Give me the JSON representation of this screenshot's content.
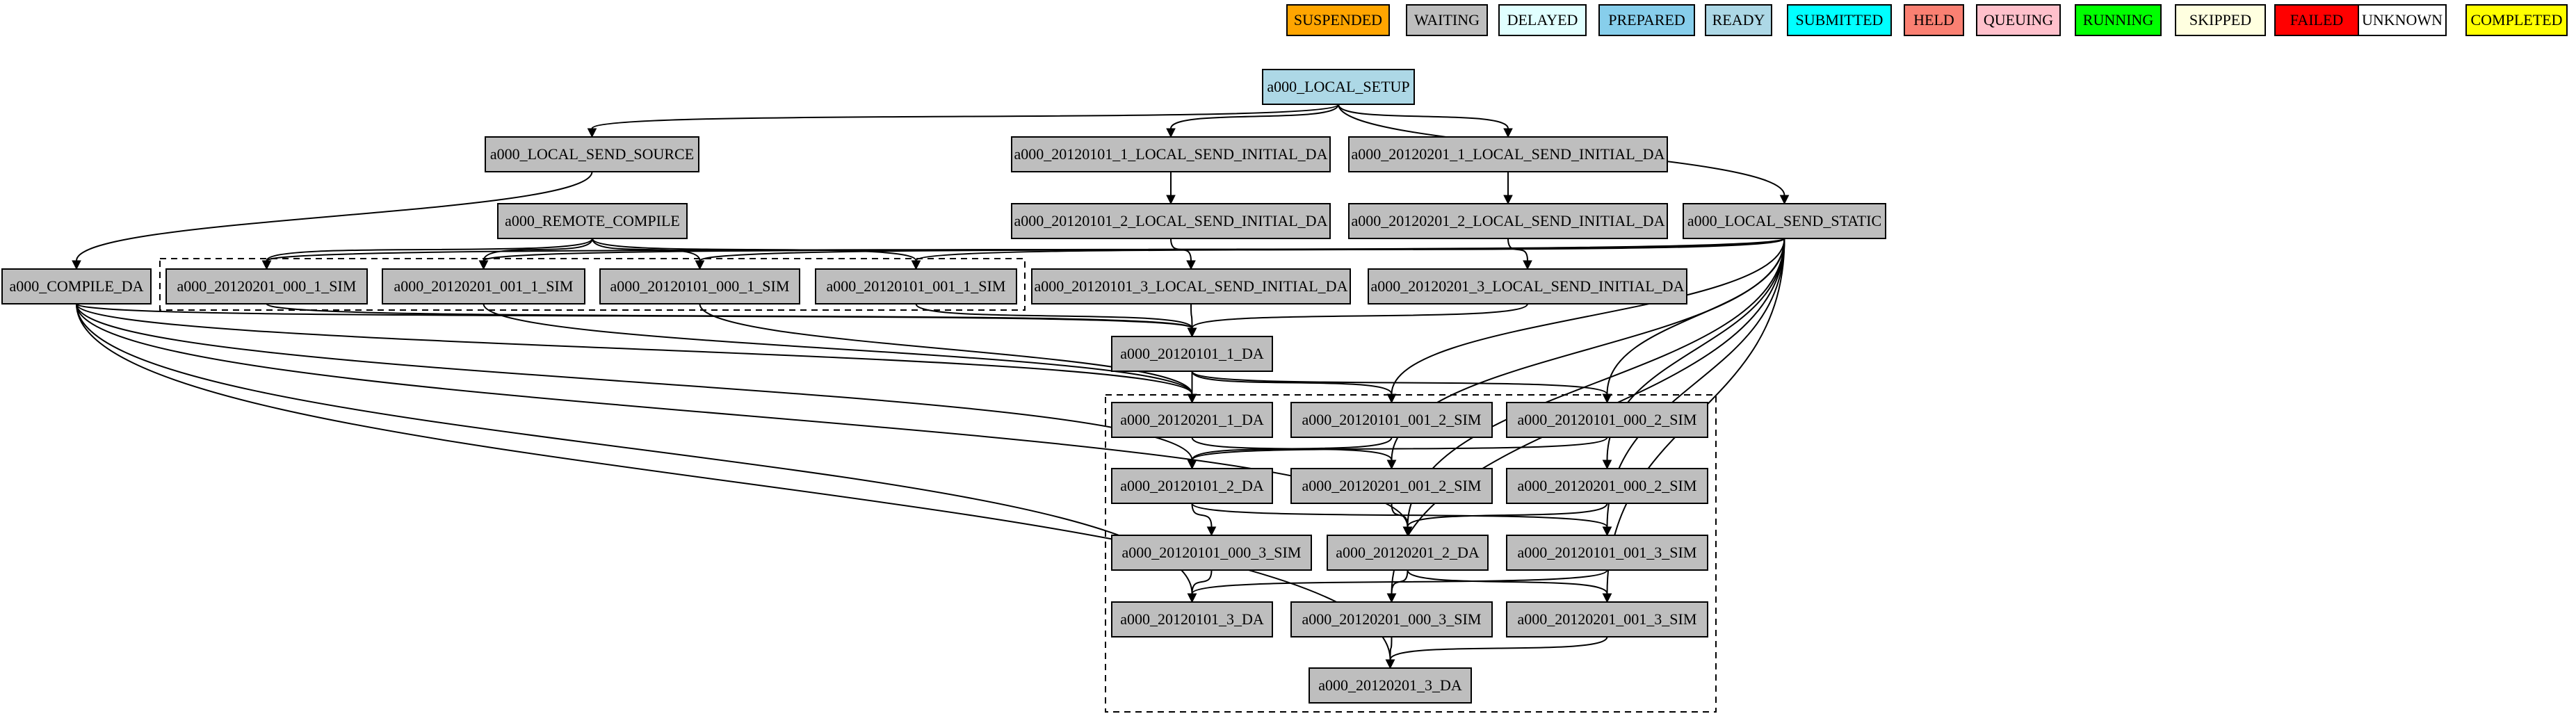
{
  "legend": [
    {
      "label": "SUSPENDED",
      "color": "#FFA500"
    },
    {
      "label": "WAITING",
      "color": "#BEBEBE"
    },
    {
      "label": "DELAYED",
      "color": "#E0FFFF"
    },
    {
      "label": "PREPARED",
      "color": "#87CEEB"
    },
    {
      "label": "READY",
      "color": "#ADD8E6"
    },
    {
      "label": "SUBMITTED",
      "color": "#00FFFF"
    },
    {
      "label": "HELD",
      "color": "#FA8072"
    },
    {
      "label": "QUEUING",
      "color": "#FFC0CB"
    },
    {
      "label": "RUNNING",
      "color": "#00FF00"
    },
    {
      "label": "SKIPPED",
      "color": "#FFFFE0"
    },
    {
      "label": "FAILED",
      "color": "#FF0000"
    },
    {
      "label": "UNKNOWN",
      "color": "#FFFFFF"
    },
    {
      "label": "COMPLETED",
      "color": "#FFFF00"
    }
  ],
  "nodes": [
    {
      "id": "local_setup",
      "label": "a000_LOCAL_SETUP",
      "status": "READY"
    },
    {
      "id": "local_send_source",
      "label": "a000_LOCAL_SEND_SOURCE",
      "status": "WAITING"
    },
    {
      "id": "s20120101_1_lsi",
      "label": "a000_20120101_1_LOCAL_SEND_INITIAL_DA",
      "status": "WAITING"
    },
    {
      "id": "s20120201_1_lsi",
      "label": "a000_20120201_1_LOCAL_SEND_INITIAL_DA",
      "status": "WAITING"
    },
    {
      "id": "remote_compile",
      "label": "a000_REMOTE_COMPILE",
      "status": "WAITING"
    },
    {
      "id": "s20120101_2_lsi",
      "label": "a000_20120101_2_LOCAL_SEND_INITIAL_DA",
      "status": "WAITING"
    },
    {
      "id": "s20120201_2_lsi",
      "label": "a000_20120201_2_LOCAL_SEND_INITIAL_DA",
      "status": "WAITING"
    },
    {
      "id": "local_send_static",
      "label": "a000_LOCAL_SEND_STATIC",
      "status": "WAITING"
    },
    {
      "id": "compile_da",
      "label": "a000_COMPILE_DA",
      "status": "WAITING"
    },
    {
      "id": "s20120201_000_1_sim",
      "label": "a000_20120201_000_1_SIM",
      "status": "WAITING"
    },
    {
      "id": "s20120201_001_1_sim",
      "label": "a000_20120201_001_1_SIM",
      "status": "WAITING"
    },
    {
      "id": "s20120101_000_1_sim",
      "label": "a000_20120101_000_1_SIM",
      "status": "WAITING"
    },
    {
      "id": "s20120101_001_1_sim",
      "label": "a000_20120101_001_1_SIM",
      "status": "WAITING"
    },
    {
      "id": "s20120101_3_lsi",
      "label": "a000_20120101_3_LOCAL_SEND_INITIAL_DA",
      "status": "WAITING"
    },
    {
      "id": "s20120201_3_lsi",
      "label": "a000_20120201_3_LOCAL_SEND_INITIAL_DA",
      "status": "WAITING"
    },
    {
      "id": "s20120101_1_da",
      "label": "a000_20120101_1_DA",
      "status": "WAITING"
    },
    {
      "id": "s20120201_1_da",
      "label": "a000_20120201_1_DA",
      "status": "WAITING"
    },
    {
      "id": "s20120101_001_2_sim",
      "label": "a000_20120101_001_2_SIM",
      "status": "WAITING"
    },
    {
      "id": "s20120101_000_2_sim",
      "label": "a000_20120101_000_2_SIM",
      "status": "WAITING"
    },
    {
      "id": "s20120101_2_da",
      "label": "a000_20120101_2_DA",
      "status": "WAITING"
    },
    {
      "id": "s20120201_001_2_sim",
      "label": "a000_20120201_001_2_SIM",
      "status": "WAITING"
    },
    {
      "id": "s20120201_000_2_sim",
      "label": "a000_20120201_000_2_SIM",
      "status": "WAITING"
    },
    {
      "id": "s20120101_000_3_sim",
      "label": "a000_20120101_000_3_SIM",
      "status": "WAITING"
    },
    {
      "id": "s20120201_2_da",
      "label": "a000_20120201_2_DA",
      "status": "WAITING"
    },
    {
      "id": "s20120101_001_3_sim",
      "label": "a000_20120101_001_3_SIM",
      "status": "WAITING"
    },
    {
      "id": "s20120101_3_da",
      "label": "a000_20120101_3_DA",
      "status": "WAITING"
    },
    {
      "id": "s20120201_000_3_sim",
      "label": "a000_20120201_000_3_SIM",
      "status": "WAITING"
    },
    {
      "id": "s20120201_001_3_sim",
      "label": "a000_20120201_001_3_SIM",
      "status": "WAITING"
    },
    {
      "id": "s20120201_3_da",
      "label": "a000_20120201_3_DA",
      "status": "WAITING"
    }
  ],
  "edges": [
    {
      "from": "local_setup",
      "to": "local_send_source"
    },
    {
      "from": "local_setup",
      "to": "s20120101_1_lsi"
    },
    {
      "from": "local_setup",
      "to": "s20120201_1_lsi"
    },
    {
      "from": "local_setup",
      "to": "local_send_static"
    },
    {
      "from": "local_send_source",
      "to": "compile_da"
    },
    {
      "from": "s20120101_1_lsi",
      "to": "s20120101_2_lsi"
    },
    {
      "from": "s20120201_1_lsi",
      "to": "s20120201_2_lsi"
    },
    {
      "from": "s20120101_2_lsi",
      "to": "s20120101_3_lsi"
    },
    {
      "from": "s20120201_2_lsi",
      "to": "s20120201_3_lsi"
    },
    {
      "from": "remote_compile",
      "to": "s20120201_000_1_sim"
    },
    {
      "from": "remote_compile",
      "to": "s20120201_001_1_sim"
    },
    {
      "from": "remote_compile",
      "to": "s20120101_000_1_sim"
    },
    {
      "from": "remote_compile",
      "to": "s20120101_001_1_sim"
    },
    {
      "from": "local_send_static",
      "to": "s20120201_000_1_sim"
    },
    {
      "from": "local_send_static",
      "to": "s20120201_001_1_sim"
    },
    {
      "from": "local_send_static",
      "to": "s20120101_000_1_sim"
    },
    {
      "from": "local_send_static",
      "to": "s20120101_001_1_sim"
    },
    {
      "from": "local_send_static",
      "to": "s20120101_001_2_sim"
    },
    {
      "from": "local_send_static",
      "to": "s20120101_000_2_sim"
    },
    {
      "from": "local_send_static",
      "to": "s20120201_001_2_sim"
    },
    {
      "from": "local_send_static",
      "to": "s20120201_000_2_sim"
    },
    {
      "from": "local_send_static",
      "to": "s20120201_2_da"
    },
    {
      "from": "local_send_static",
      "to": "s20120101_001_3_sim"
    },
    {
      "from": "local_send_static",
      "to": "s20120201_000_3_sim"
    },
    {
      "from": "local_send_static",
      "to": "s20120201_001_3_sim"
    },
    {
      "from": "s20120101_3_lsi",
      "to": "s20120101_1_da"
    },
    {
      "from": "s20120201_3_lsi",
      "to": "s20120101_1_da"
    },
    {
      "from": "compile_da",
      "to": "s20120101_1_da"
    },
    {
      "from": "compile_da",
      "to": "s20120201_1_da"
    },
    {
      "from": "compile_da",
      "to": "s20120101_2_da"
    },
    {
      "from": "compile_da",
      "to": "s20120201_2_da"
    },
    {
      "from": "compile_da",
      "to": "s20120101_3_da"
    },
    {
      "from": "compile_da",
      "to": "s20120201_3_da"
    },
    {
      "from": "s20120201_000_1_sim",
      "to": "s20120101_1_da"
    },
    {
      "from": "s20120201_001_1_sim",
      "to": "s20120201_1_da"
    },
    {
      "from": "s20120101_000_1_sim",
      "to": "s20120201_1_da"
    },
    {
      "from": "s20120101_001_1_sim",
      "to": "s20120101_1_da"
    },
    {
      "from": "s20120101_1_da",
      "to": "s20120201_1_da"
    },
    {
      "from": "s20120101_1_da",
      "to": "s20120101_001_2_sim"
    },
    {
      "from": "s20120101_1_da",
      "to": "s20120101_000_2_sim"
    },
    {
      "from": "s20120201_1_da",
      "to": "s20120201_001_2_sim"
    },
    {
      "from": "s20120101_001_2_sim",
      "to": "s20120101_2_da"
    },
    {
      "from": "s20120101_000_2_sim",
      "to": "s20120101_2_da"
    },
    {
      "from": "s20120101_2_da",
      "to": "s20120101_000_3_sim"
    },
    {
      "from": "s20120101_2_da",
      "to": "s20120101_001_3_sim"
    },
    {
      "from": "s20120201_001_2_sim",
      "to": "s20120201_2_da"
    },
    {
      "from": "s20120201_000_2_sim",
      "to": "s20120201_2_da"
    },
    {
      "from": "s20120101_000_3_sim",
      "to": "s20120101_3_da"
    },
    {
      "from": "s20120201_2_da",
      "to": "s20120201_000_3_sim"
    },
    {
      "from": "s20120201_2_da",
      "to": "s20120201_001_3_sim"
    },
    {
      "from": "s20120101_001_3_sim",
      "to": "s20120101_3_da"
    },
    {
      "from": "s20120201_000_3_sim",
      "to": "s20120201_3_da"
    },
    {
      "from": "s20120201_001_3_sim",
      "to": "s20120201_3_da"
    }
  ]
}
